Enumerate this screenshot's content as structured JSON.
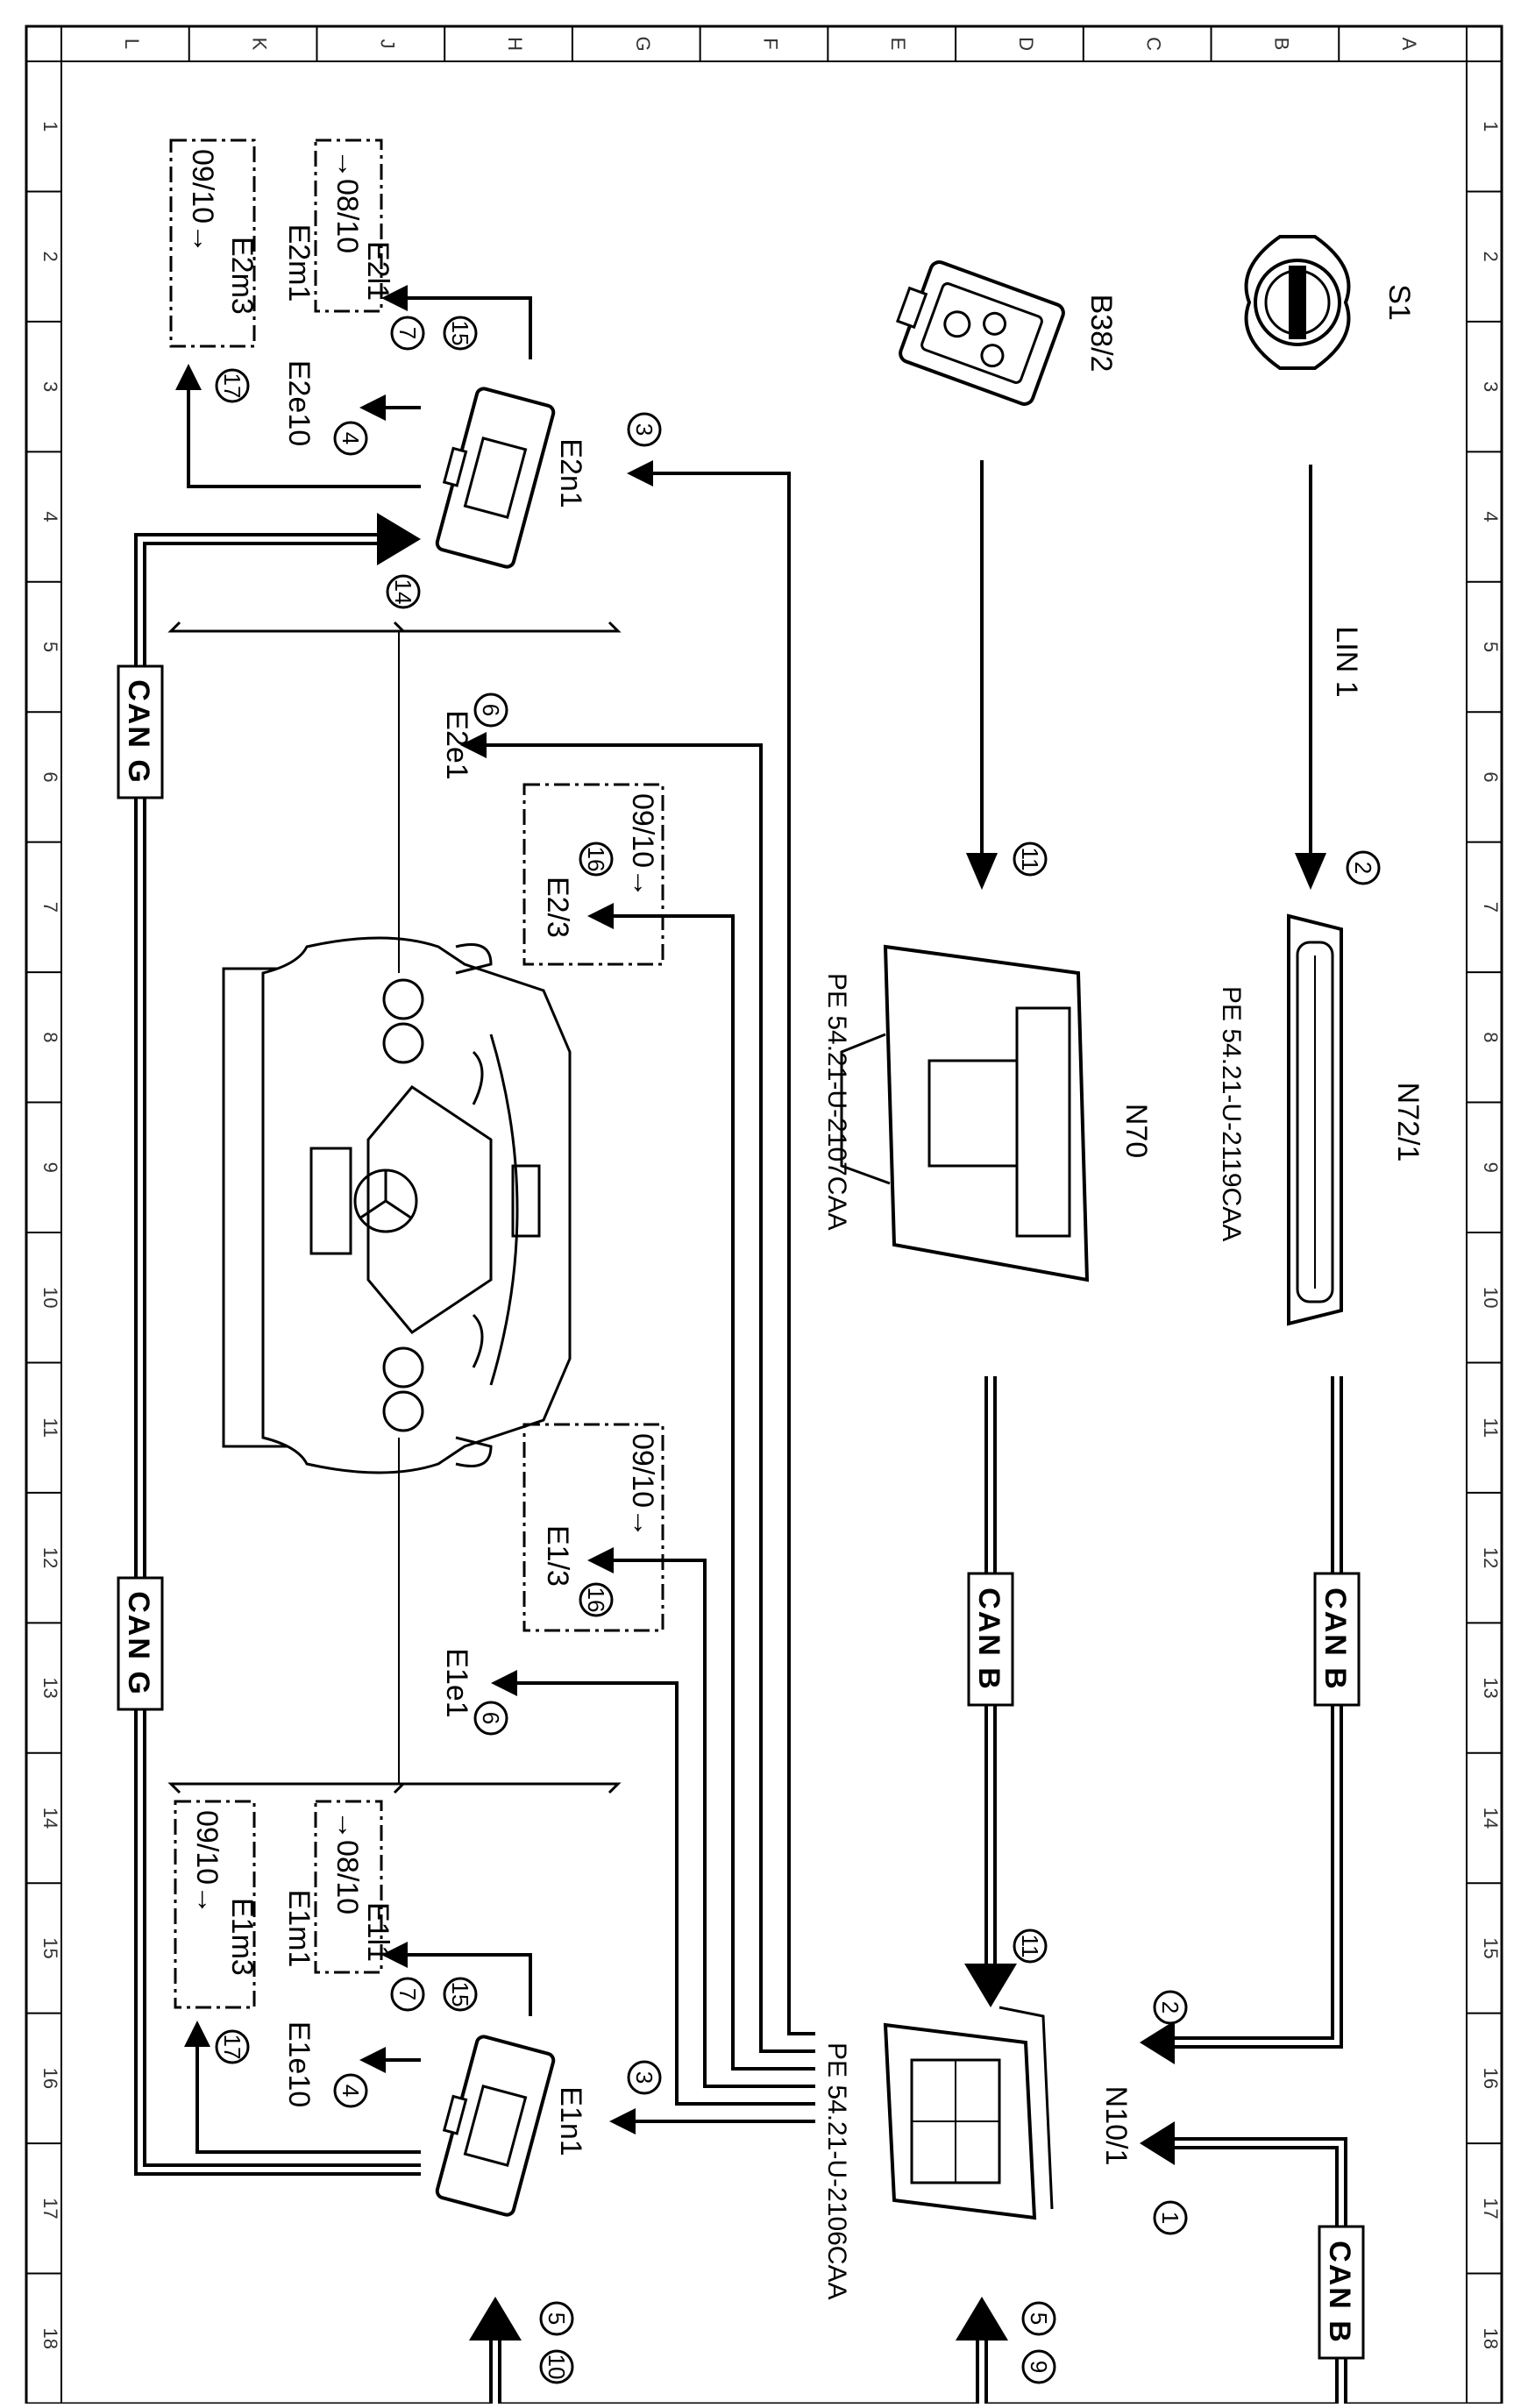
{
  "grid": {
    "columns": [
      "A",
      "B",
      "C",
      "D",
      "E",
      "F",
      "G",
      "H",
      "J",
      "K",
      "L"
    ],
    "rows": [
      "1",
      "2",
      "3",
      "4",
      "5",
      "6",
      "7",
      "8",
      "9",
      "10",
      "11",
      "12",
      "13",
      "14",
      "15",
      "16",
      "17",
      "18"
    ]
  },
  "components": {
    "s1": "S1",
    "b38_2": "B38/2",
    "n72_1": "N72/1",
    "n70": "N70",
    "n10_1": "N10/1",
    "e1n1": "E1n1",
    "e2n1": "E2n1",
    "e1e1": "E1e1",
    "e2e1": "E2e1",
    "e1e10": "E1e10",
    "e2e10": "E2e10",
    "e1_3": "E1/3",
    "e2_3": "E2/3",
    "e1l1": "E1l1",
    "e1m1": "E1m1",
    "e2l1": "E2l1",
    "e2m1": "E2m1",
    "e1m3": "E1m3",
    "e2m3": "E2m3"
  },
  "bus_labels": {
    "lin1": "LIN 1",
    "can_b": "CAN B",
    "can_g": "CAN G"
  },
  "references": {
    "n72_1": "PE 54.21-U-2119CAA",
    "n70": "PE 54.21-U-2107CAA",
    "n10_1": "PE 54.21-U-2106CAA"
  },
  "dates": {
    "from_0810": "→08/10",
    "from_0910": "09/10→"
  },
  "markers": [
    "1",
    "2",
    "3",
    "4",
    "5",
    "6",
    "7",
    "9",
    "10",
    "11",
    "14",
    "15",
    "16",
    "17"
  ]
}
